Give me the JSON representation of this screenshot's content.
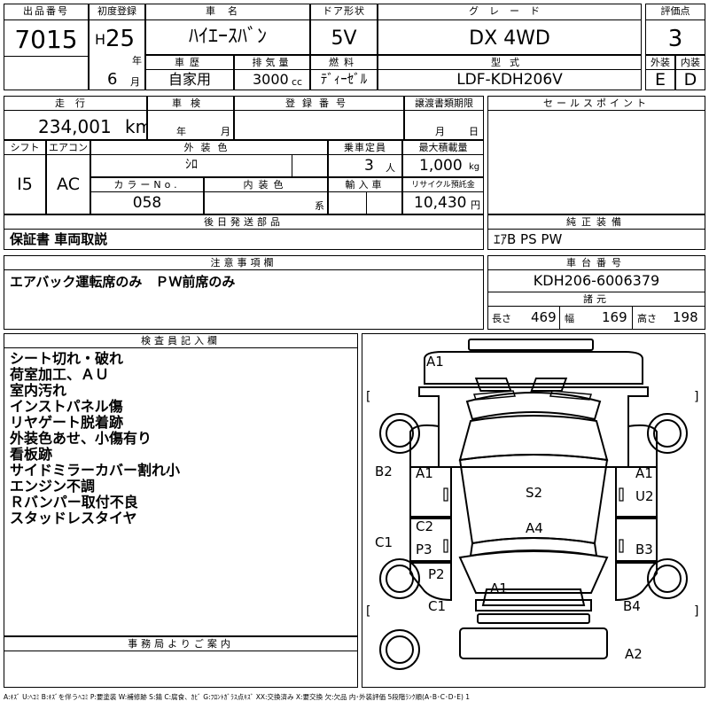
{
  "h": {
    "lot": "出品番号",
    "first_reg": "初度登録",
    "car_name": "車名",
    "door": "ドア形状",
    "grade": "グレード",
    "score": "評価点",
    "history": "車歴",
    "displacement": "排気量",
    "fuel": "燃料",
    "model_code": "型式",
    "exterior": "外装",
    "interior": "内装",
    "mileage": "走行",
    "inspection": "車検",
    "reg_no": "登録番号",
    "transfer": "譲渡書類期限",
    "sales_points": "セールスポイント",
    "shift": "シフト",
    "ac": "エアコン",
    "color": "外装色",
    "capacity": "乗車定員",
    "max_load": "最大積載量",
    "color_no": "カラーNo.",
    "int_color": "内装色",
    "import": "輸入車",
    "recycle": "リサイクル預託金",
    "send_later": "後日発送部品",
    "equipment": "純正装備",
    "notes": "注意事項欄",
    "chassis": "車台番号",
    "dims": "諸元",
    "inspector": "検査員記入欄",
    "office": "事務局よりご案内"
  },
  "v": {
    "lot": "7015",
    "era": "H",
    "year": "25",
    "year_unit": "年",
    "month": "6",
    "month_unit": "月",
    "car_name": "ﾊｲｴｰｽﾊﾞﾝ",
    "door": "5V",
    "grade": "DX 4WD",
    "score": "3",
    "history": "自家用",
    "displacement": "3000",
    "cc": "cc",
    "fuel": "ﾃﾞｨｰｾﾞﾙ",
    "model_code": "LDF-KDH206V",
    "exterior": "E",
    "interior": "D",
    "mileage": "234,001",
    "km": "km",
    "insp_year": "年",
    "insp_month": "月",
    "transfer_month": "月",
    "transfer_day": "日",
    "shift": "I5",
    "ac": "AC",
    "color": "ｼﾛ",
    "capacity": "3",
    "capacity_unit": "人",
    "max_load": "1,000",
    "kg": "kg",
    "color_no": "058",
    "int_color_unit": "系",
    "recycle": "10,430",
    "yen": "円",
    "send_later": "保証書 車両取説",
    "equipment": "ｴｱB PS PW",
    "notes": "エアバック運転席のみ　ＰＷ前席のみ",
    "chassis": "KDH206-6006379",
    "length_label": "長さ",
    "length": "469",
    "width_label": "幅",
    "width": "169",
    "height_label": "高さ",
    "height": "198",
    "inspector_lines": [
      "シート切れ・破れ",
      "荷室加工、ＡＵ",
      "室内汚れ",
      "インストパネル傷",
      "リヤゲート脱着跡",
      "外装色あせ、小傷有り",
      "看板跡",
      "サイドミラーカバー割れ小",
      "エンジン不調",
      "Ｒバンパー取付不良",
      "スタッドレスタイヤ"
    ],
    "legend": "A:ｷｽﾞ U:ﾍｺﾐ B:ｷｽﾞを伴うﾍｺﾐ P:要塗装 W:補修跡 S:錆 C:腐食、ｶﾋﾞ G:ﾌﾛﾝﾄｶﾞﾗｽ点ｷｽﾞ XX:交換済み X:要交換 欠:欠品 内･外装評価 5段階ﾗﾝｸ順(A･B･C･D･E) 1"
  },
  "d": {
    "a1_top": "A1",
    "b2": "B2",
    "c1_left": "C1",
    "a1_front_left": "A1",
    "c2": "C2",
    "p3": "P3",
    "s2": "S2",
    "a4": "A4",
    "a1_right": "A1",
    "u2": "U2",
    "b3": "B3",
    "p2": "P2",
    "a1_rear": "A1",
    "c1_rear": "C1",
    "b4": "B4",
    "a2": "A2",
    "bracket_open": "[",
    "bracket_close": "]"
  }
}
